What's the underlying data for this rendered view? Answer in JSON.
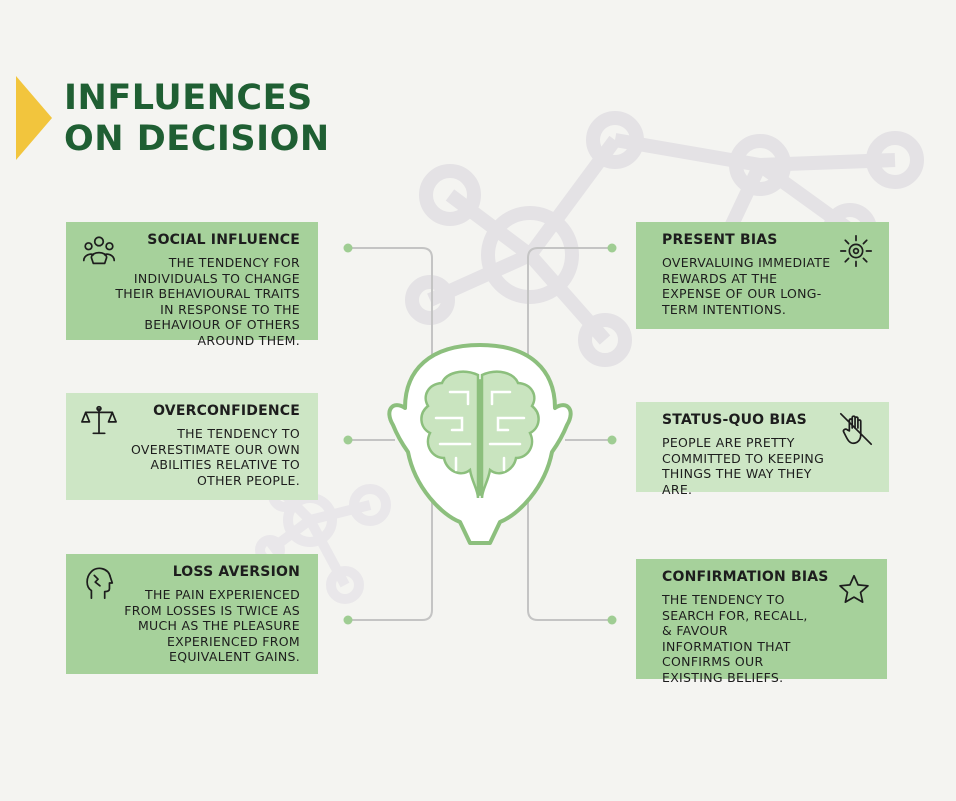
{
  "title": {
    "line1": "INFLUENCES",
    "line2": "ON DECISION"
  },
  "colors": {
    "title": "#1f5f33",
    "accent": "#f2c53d",
    "card_strong": "#a6d19b",
    "card_light": "#cde6c5",
    "line": "#c4c4c4",
    "dot": "#9fcd93",
    "brain_fill": "#c9e4bf",
    "brain_stroke": "#8cbf7d",
    "molecule": "#e4e2e5"
  },
  "cards": [
    {
      "id": "social-influence",
      "title": "SOCIAL INFLUENCE",
      "text": "THE TENDENCY FOR INDIVIDUALS TO CHANGE THEIR BEHAVIOURAL TRAITS IN RESPONSE TO THE BEHAVIOUR OF OTHERS AROUND THEM.",
      "icon": "people-group-icon"
    },
    {
      "id": "overconfidence",
      "title": "OVERCONFIDENCE",
      "text": "THE TENDENCY TO OVERESTIMATE OUR OWN ABILITIES RELATIVE TO OTHER PEOPLE.",
      "icon": "balance-scale-icon"
    },
    {
      "id": "loss-aversion",
      "title": "LOSS AVERSION",
      "text": "THE PAIN EXPERIENCED FROM LOSSES IS TWICE AS MUCH AS THE PLEASURE EXPERIENCED FROM EQUIVALENT GAINS.",
      "icon": "head-profile-icon"
    },
    {
      "id": "present-bias",
      "title": "PRESENT BIAS",
      "text": "OVERVALUING IMMEDIATE REWARDS AT THE EXPENSE OF OUR LONG-TERM INTENTIONS.",
      "icon": "sun-gear-icon"
    },
    {
      "id": "status-quo-bias",
      "title": "STATUS-QUO BIAS",
      "text": "PEOPLE ARE PRETTY COMMITTED TO KEEPING THINGS THE WAY THEY ARE.",
      "icon": "no-hand-icon"
    },
    {
      "id": "confirmation-bias",
      "title": "CONFIRMATION BIAS",
      "text": "THE TENDENCY TO SEARCH FOR, RECALL, & FAVOUR INFORMATION THAT CONFIRMS OUR EXISTING BELIEFS.",
      "icon": "star-icon"
    }
  ]
}
